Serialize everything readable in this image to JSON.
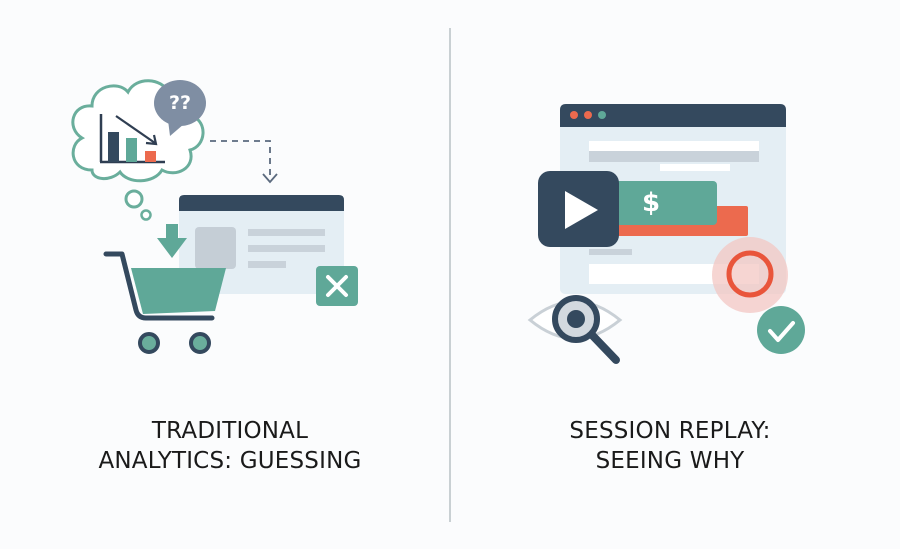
{
  "left_panel": {
    "caption_line1": "TRADITIONAL",
    "caption_line2": "ANALYTICS: GUESSING",
    "speech_bubble_text": "??",
    "icons": [
      "thought-cloud-icon",
      "declining-bar-chart-icon",
      "question-speech-bubble-icon",
      "dashed-arrow-icon",
      "product-page-window-icon",
      "down-arrow-icon",
      "shopping-cart-icon",
      "close-x-icon"
    ]
  },
  "right_panel": {
    "caption_line1": "SESSION REPLAY:",
    "caption_line2": "SEEING WHY",
    "price_symbol": "$",
    "icons": [
      "browser-window-icon",
      "play-button-icon",
      "price-button-icon",
      "click-target-icon",
      "eye-magnifier-icon",
      "checkmark-icon"
    ]
  },
  "colors": {
    "navy": "#34495e",
    "teal": "#5fa898",
    "coral": "#ec6a4e",
    "light_panel": "#e4eef4",
    "gray_block": "#c5ced6",
    "bubble_gray": "#7f8ea3",
    "divider": "#c9d0d3",
    "text": "#1a1a1a"
  }
}
